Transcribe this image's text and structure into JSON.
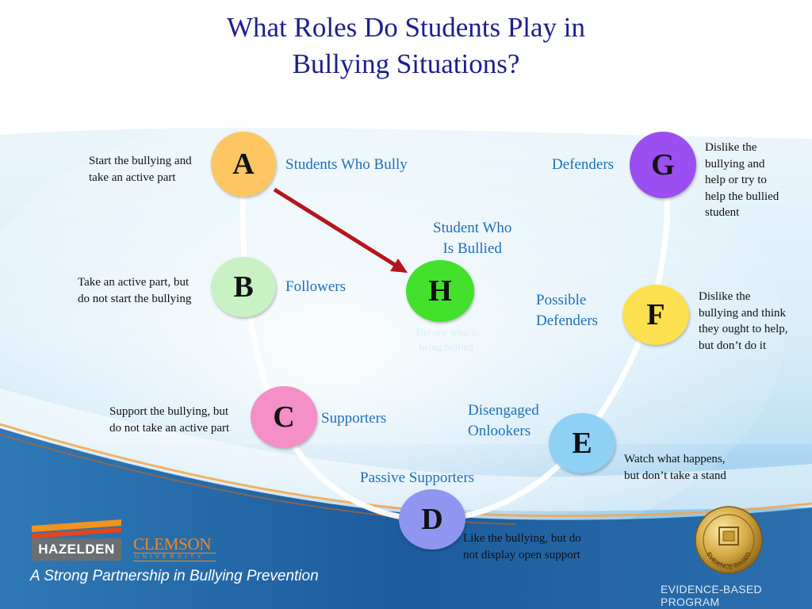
{
  "title": {
    "line1": "What Roles Do Students Play in",
    "line2": "Bullying Situations?"
  },
  "nodes": {
    "A": {
      "letter": "A",
      "role": "Students Who Bully",
      "desc": [
        "Start the bullying and",
        "take an active part"
      ],
      "color": "#fdc663"
    },
    "B": {
      "letter": "B",
      "role": "Followers",
      "desc": [
        "Take an active part, but",
        "do not start the bullying"
      ],
      "color": "#c8f2c4"
    },
    "C": {
      "letter": "C",
      "role": "Supporters",
      "desc": [
        "Support the bullying, but",
        "do not take an active part"
      ],
      "color": "#f48fc7"
    },
    "D": {
      "letter": "D",
      "role": "Passive Supporters",
      "desc": [
        "Like the bullying, but do",
        "not display open support"
      ],
      "color": "#8f96f0"
    },
    "E": {
      "letter": "E",
      "role": [
        "Disengaged",
        "Onlookers"
      ],
      "desc": [
        "Watch what happens,",
        "but don’t take a stand"
      ],
      "color": "#8fd0f5"
    },
    "F": {
      "letter": "F",
      "role": [
        "Possible",
        "Defenders"
      ],
      "desc": [
        "Dislike the",
        "bullying and think",
        "they ought to help,",
        "but don’t do it"
      ],
      "color": "#fde04f"
    },
    "G": {
      "letter": "G",
      "role": "Defenders",
      "desc": [
        "Dislike the",
        "bullying and",
        "help or try to",
        "help the bullied",
        "student"
      ],
      "color": "#9b4ff0"
    },
    "H": {
      "letter": "H",
      "role": [
        "Student Who",
        "Is Bullied"
      ],
      "desc": [
        "The one who is",
        "being bullied"
      ],
      "color": "#43e02c"
    }
  },
  "arrow_color": "#b5161c",
  "footer": {
    "hazelden": "HAZELDEN",
    "clemson": "CLEMSON",
    "clemson_sub": "UNIVERSITY",
    "tagline": "A Strong Partnership in Bullying Prevention",
    "evidence": "EVIDENCE-BASED PROGRAM",
    "seal_text": "EVIDENCE-BASED"
  },
  "colors": {
    "title": "#1c1f8c",
    "role_text": "#1f6fb8",
    "footer_band": "#1f5e99"
  }
}
